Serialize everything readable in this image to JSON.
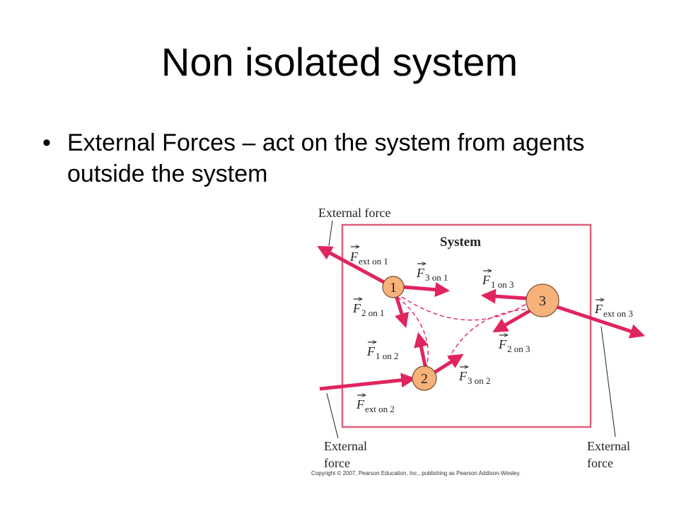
{
  "slide": {
    "title": "Non isolated system",
    "bullet_symbol": "•",
    "bullet_text": "External Forces – act on the system from agents outside the system"
  },
  "diagram": {
    "system_label": "System",
    "particles": [
      "1",
      "2",
      "3"
    ],
    "force_symbol": "F",
    "forces": {
      "f_ext_1": "ext on 1",
      "f_3_on_1": "3 on 1",
      "f_2_on_1": "2 on 1",
      "f_1_on_2": "1 on 2",
      "f_3_on_2": "3 on 2",
      "f_1_on_3": "1 on 3",
      "f_2_on_3": "2 on 3",
      "f_ext_3": "ext on 3",
      "f_ext_2": "ext on 2"
    },
    "callouts": {
      "top": "External force",
      "bottom_left_1": "External",
      "bottom_left_2": "force",
      "bottom_right_1": "External",
      "bottom_right_2": "force"
    },
    "copyright": "Copyright © 2007, Pearson Education, Inc., publishing as Pearson Addison-Wesley.",
    "colors": {
      "force_arrow": "#e0245e",
      "system_border": "#e0607a",
      "particle_fill": "#f7b27a",
      "particle_stroke": "#7a4a2a"
    }
  }
}
